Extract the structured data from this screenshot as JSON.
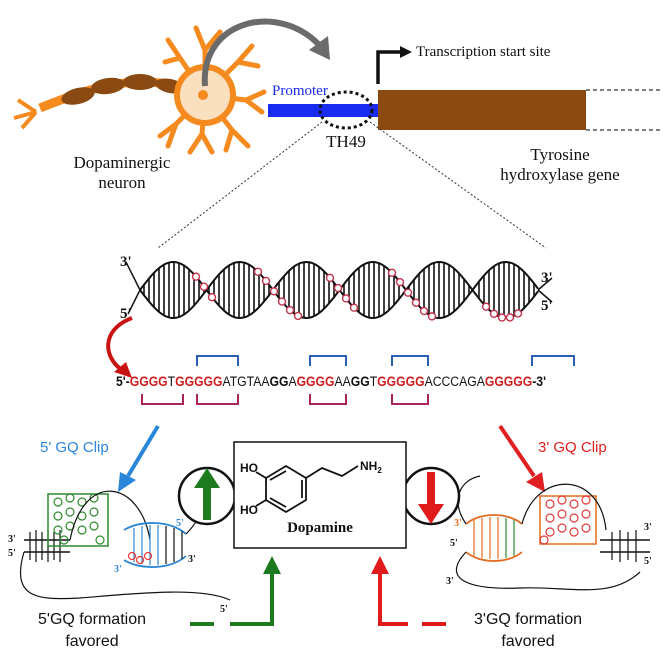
{
  "neuron": {
    "label_line1": "Dopaminergic",
    "label_line2": "neuron"
  },
  "promoter": {
    "label": "Promoter",
    "site_label": "TH49"
  },
  "gene": {
    "tss_label": "Transcription start site",
    "label_line1": "Tyrosine",
    "label_line2": "hydroxylase gene"
  },
  "duplex": {
    "left_top": "3'",
    "left_bottom": "5'",
    "right_top": "3'",
    "right_bottom": "5'"
  },
  "sequence": {
    "segments": [
      {
        "t": "5'-",
        "c": "#111111",
        "b": true
      },
      {
        "t": "GGGG",
        "c": "#d01f1f",
        "b": true
      },
      {
        "t": "T",
        "c": "#111111",
        "b": false
      },
      {
        "t": "GGGGG",
        "c": "#d01f1f",
        "b": true
      },
      {
        "t": "ATGTAA",
        "c": "#111111",
        "b": false
      },
      {
        "t": "GG",
        "c": "#111111",
        "b": true
      },
      {
        "t": "A",
        "c": "#111111",
        "b": false
      },
      {
        "t": "GGGG",
        "c": "#d01f1f",
        "b": true
      },
      {
        "t": "AA",
        "c": "#111111",
        "b": false
      },
      {
        "t": "GG",
        "c": "#111111",
        "b": true
      },
      {
        "t": "T",
        "c": "#111111",
        "b": false
      },
      {
        "t": "GGGGG",
        "c": "#d01f1f",
        "b": true
      },
      {
        "t": "ACCCAGA",
        "c": "#111111",
        "b": false
      },
      {
        "t": "GGGGG",
        "c": "#d01f1f",
        "b": true
      },
      {
        "t": "-3'",
        "c": "#111111",
        "b": true
      }
    ]
  },
  "clip5": {
    "label": "5' GQ Clip",
    "color": "#2a86d8",
    "end5": "5'",
    "end3a": "3'",
    "end3b": "3'",
    "end5b": "5'",
    "end3c": "3'"
  },
  "clip3": {
    "label": "3' GQ Clip",
    "color": "#e02020",
    "end3a": "3'",
    "end5a": "5'",
    "end3b": "3'",
    "end5b": "5'",
    "end3c": "3'"
  },
  "dopamine": {
    "name": "Dopamine",
    "ho1": "HO",
    "ho2": "HO",
    "nh2": "NH",
    "nh2_sub": "2"
  },
  "outcome5": {
    "line1": "5'GQ formation",
    "line2": "favored",
    "color": "#1e7a1e"
  },
  "outcome3": {
    "line1": "3'GQ formation",
    "line2": "favored",
    "color": "#e01b1b"
  }
}
